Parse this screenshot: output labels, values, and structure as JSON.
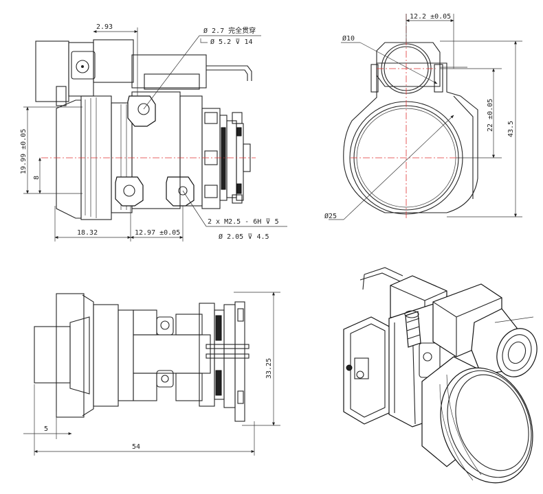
{
  "views": {
    "front": {
      "dim_top": "2.93",
      "hole_note_line1": "Ø 2.7 完全贯穿",
      "hole_note_line2": "Ø 5.2 ⊽ 14",
      "dim_height": "19.99 ±0.05",
      "dim_8": "8",
      "dim_18": "18.32",
      "dim_12": "12.97 ±0.05",
      "thread_note_line1": "2 x  M2.5 - 6H ⊽ 5",
      "thread_note_line2": "Ø 2.05 ⊽ 4.5"
    },
    "side": {
      "dim_width": "12.2 ±0.05",
      "dim_phi10": "Ø10",
      "dim_22": "22 ±0.05",
      "dim_43": "43.5",
      "dim_phi25": "Ø25"
    },
    "top": {
      "dim_33": "33.25",
      "dim_5": "5",
      "dim_54": "54"
    }
  }
}
